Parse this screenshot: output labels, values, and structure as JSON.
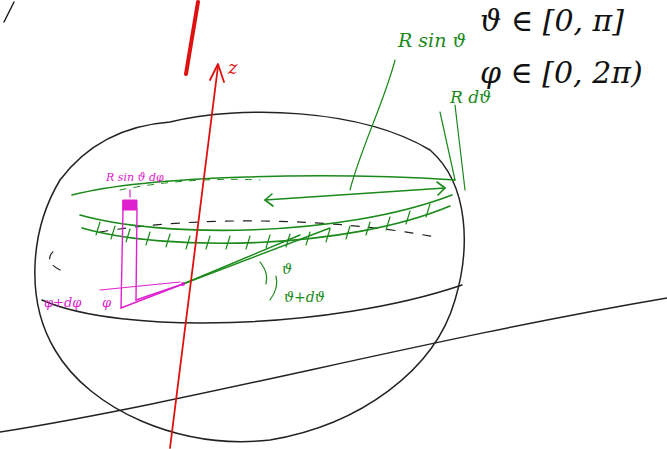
{
  "diagram": {
    "labels": [
      "z",
      "R sin ϑ",
      "R dϑ",
      "ϑ ∈ [0, π]",
      "φ ∈ [0, 2π)",
      "R sin ϑ dφ",
      "φ+dφ",
      "φ",
      "ϑ",
      "ϑ+dϑ"
    ]
  }
}
